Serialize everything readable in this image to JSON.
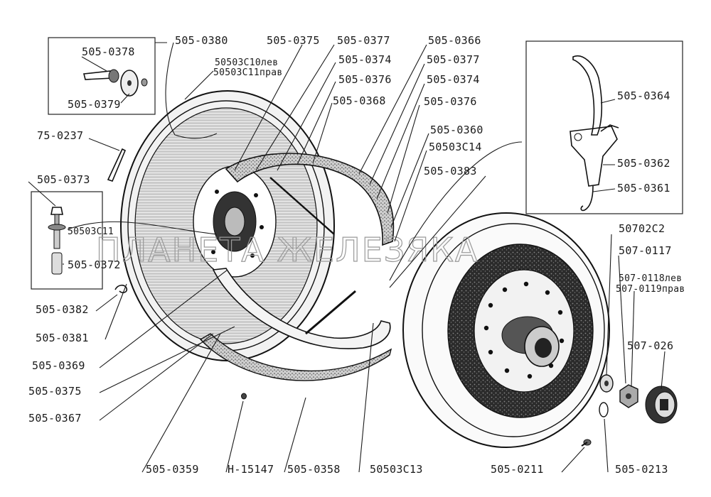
{
  "watermark": "ПЛАНЕТА ЖЕЛЕЗЯКА",
  "labels": {
    "l0378": "505-0378",
    "l0379": "505-0379",
    "l0380": "505-0380",
    "l10lev": "50503С10лев",
    "l11prav": "50503С11прав",
    "l0375a": "505-0375",
    "l0377a": "505-0377",
    "l0374a": "505-0374",
    "l0376a": "505-0376",
    "l0368": "505-0368",
    "l0366": "505-0366",
    "l0377b": "505-0377",
    "l0374b": "505-0374",
    "l0376b": "505-0376",
    "l0360": "505-0360",
    "lC14": "50503С14",
    "l0383": "505-0383",
    "l0364": "505-0364",
    "l0362": "505-0362",
    "l0361": "505-0361",
    "l75_0237": "75-0237",
    "l0373": "505-0373",
    "lC11": "50503С11",
    "l0372": "505-0372",
    "l0382": "505-0382",
    "l0381": "505-0381",
    "l0369": "505-0369",
    "l0375b": "505-0375",
    "l0367": "505-0367",
    "l0359": "505-0359",
    "lH15147": "Н-15147",
    "l0358": "505-0358",
    "lC13": "50503С13",
    "l0211": "505-0211",
    "l0213": "505-0213",
    "l50702C2": "50702С2",
    "l0117": "507-0117",
    "l0118": "507-0118лев",
    "l0119": "507-0119прав",
    "l026": "507-026"
  }
}
